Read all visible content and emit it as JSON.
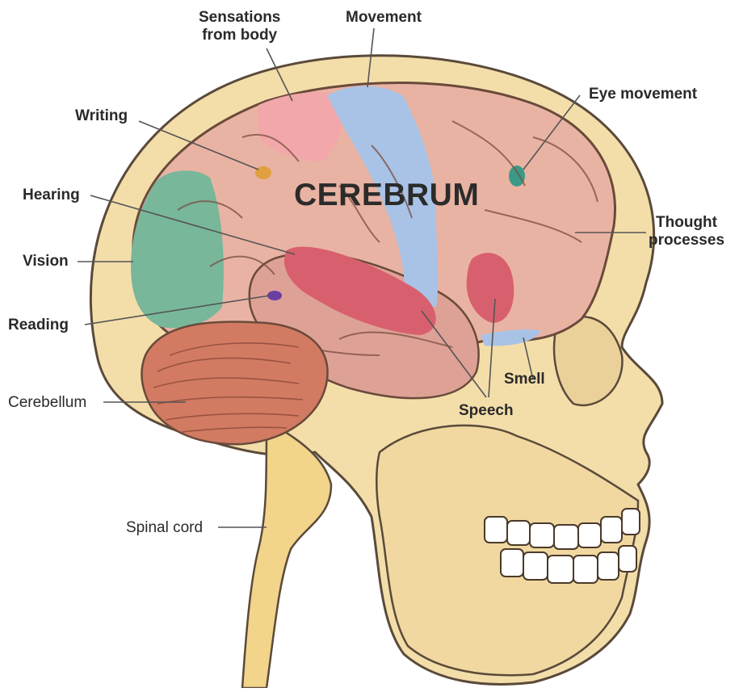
{
  "title": "CEREBRUM",
  "labels": {
    "sensations": "Sensations\nfrom body",
    "movement": "Movement",
    "eye_movement": "Eye movement",
    "writing": "Writing",
    "hearing": "Hearing",
    "vision": "Vision",
    "reading": "Reading",
    "thought": "Thought\nprocesses",
    "smell": "Smell",
    "speech": "Speech",
    "cerebellum": "Cerebellum",
    "spinal_cord": "Spinal cord"
  },
  "colors": {
    "skull": "#f3deaa",
    "skull_outline": "#5a4a3a",
    "cerebrum": "#e9b3a3",
    "sensations_region": "#f2a7aa",
    "movement_region": "#a9c3e6",
    "vision_region": "#78b79a",
    "speech_region": "#d8606e",
    "eye_movement_region": "#3a9a88",
    "writing_region": "#e0a040",
    "reading_region": "#6a3fa0",
    "cerebellum_region": "#d27a62",
    "spinal_cord": "#f2d48a",
    "leader_line": "#555555"
  }
}
